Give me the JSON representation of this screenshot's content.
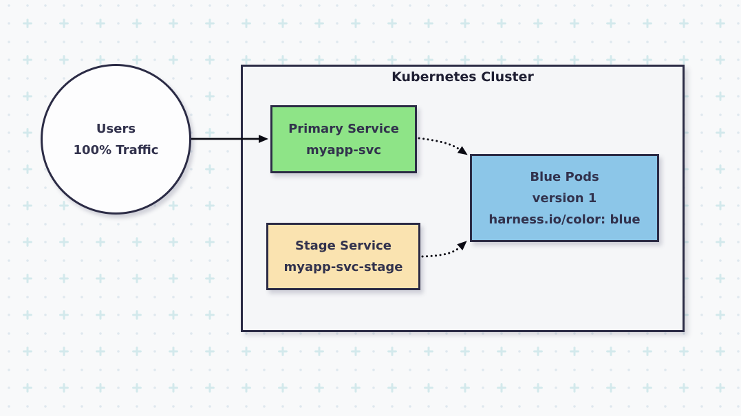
{
  "diagram": {
    "cluster_title": "Kubernetes Cluster",
    "nodes": {
      "users": {
        "shape": "circle",
        "line1": "Users",
        "line2": "100% Traffic"
      },
      "primary_service": {
        "shape": "rect",
        "line1": "Primary Service",
        "line2": "myapp-svc"
      },
      "stage_service": {
        "shape": "rect",
        "line1": "Stage Service",
        "line2": "myapp-svc-stage"
      },
      "blue_pods": {
        "shape": "rect",
        "line1": "Blue Pods",
        "line2": "version 1",
        "line3": "harness.io/color: blue"
      }
    },
    "edges": [
      {
        "from": "users",
        "to": "primary_service",
        "style": "solid-arrow"
      },
      {
        "from": "primary_service",
        "to": "blue_pods",
        "style": "dotted-arrow"
      },
      {
        "from": "stage_service",
        "to": "blue_pods",
        "style": "dotted-arrow"
      }
    ],
    "colors": {
      "canvas_background": "#f8f9fa",
      "cluster_fill": "#f5f6f8",
      "node_border": "#2b2b45",
      "primary_service_fill": "#8ee487",
      "stage_service_fill": "#fae3b0",
      "blue_pods_fill": "#8cc6e8",
      "users_fill": "#fdfdfe",
      "text": "#32324d",
      "arrow": "#0b0b14",
      "pattern_plus": "#d3e9ec",
      "pattern_dot": "#dfe8ee"
    }
  }
}
